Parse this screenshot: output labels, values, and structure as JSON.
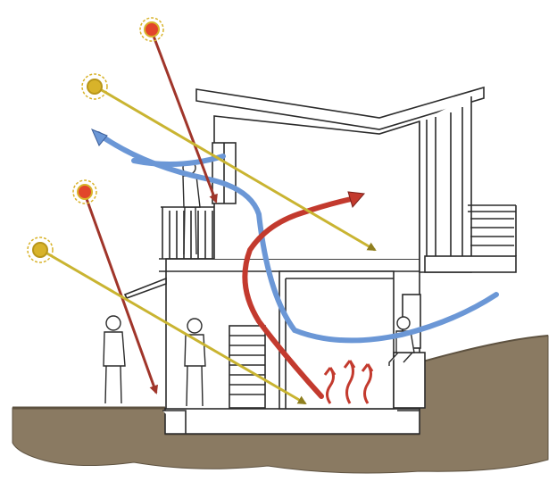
{
  "diagram": {
    "kind": "passive-solar-building-section",
    "colors": {
      "outline": "#2b2b2b",
      "ground": "#8a7a62",
      "ground_dark": "#5e5240",
      "sun_high": "#e2452b",
      "sun_low": "#d8b32a",
      "sun_ray_high": "#a0352a",
      "sun_ray_low": "#c9b431",
      "cool_air": "#6b97d6",
      "warm_air": "#c33a2e"
    },
    "suns": [
      {
        "type": "high",
        "icon": "high-sun-icon"
      },
      {
        "type": "low",
        "icon": "low-sun-icon"
      },
      {
        "type": "high",
        "icon": "high-sun-icon"
      },
      {
        "type": "low",
        "icon": "low-sun-icon"
      }
    ],
    "figures": [
      "person-on-upper-balcony",
      "person-standing-outside",
      "person-standing-inside",
      "person-sitting-on-ledge"
    ]
  }
}
